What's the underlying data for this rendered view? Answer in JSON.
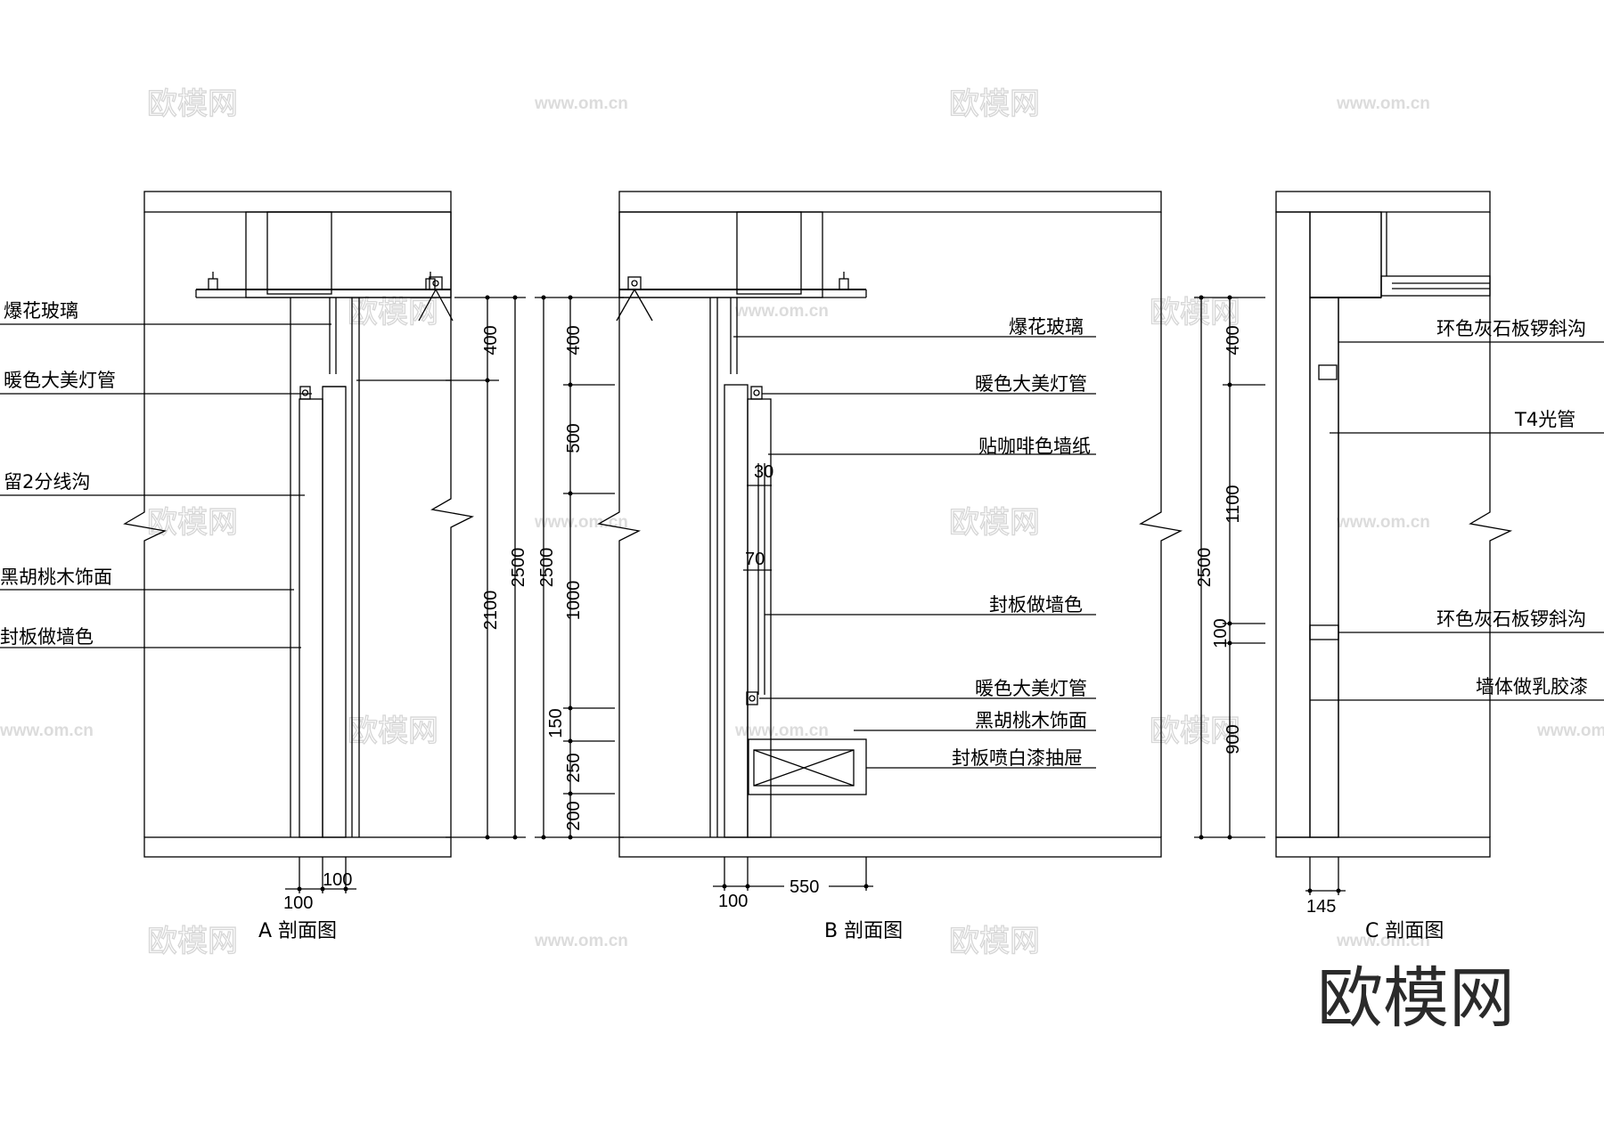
{
  "watermarks": {
    "brand": "欧模网",
    "url": "www.om.cn",
    "logo": "欧模网"
  },
  "section_a": {
    "title": "A 剖面图",
    "labels": [
      "爆花玻璃",
      "暖色大美灯管",
      "留2分线沟",
      "黑胡桃木饰面",
      "封板做墙色"
    ],
    "dims_vertical_inner": [
      "400",
      "2100"
    ],
    "dims_vertical_outer": [
      "2500"
    ],
    "dims_bottom": [
      "100",
      "100"
    ]
  },
  "section_b": {
    "title": "B 剖面图",
    "labels": [
      "爆花玻璃",
      "暖色大美灯管",
      "贴咖啡色墙纸",
      "封板做墙色",
      "暖色大美灯管",
      "黑胡桃木饰面",
      "封板喷白漆抽屉"
    ],
    "dims_vertical_inner": [
      "400",
      "500",
      "1000",
      "150",
      "250",
      "200"
    ],
    "dims_vertical_outer": [
      "2500"
    ],
    "dims_local": [
      "30",
      "70"
    ],
    "dims_bottom": [
      "100",
      "550"
    ]
  },
  "section_c": {
    "title": "C 剖面图",
    "labels": [
      "环色灰石板锣斜沟",
      "T4光管",
      "环色灰石板锣斜沟",
      "墙体做乳胶漆"
    ],
    "dims_vertical_inner": [
      "400",
      "1100",
      "100",
      "900"
    ],
    "dims_vertical_outer": [
      "2500"
    ],
    "dims_bottom": [
      "145"
    ]
  }
}
